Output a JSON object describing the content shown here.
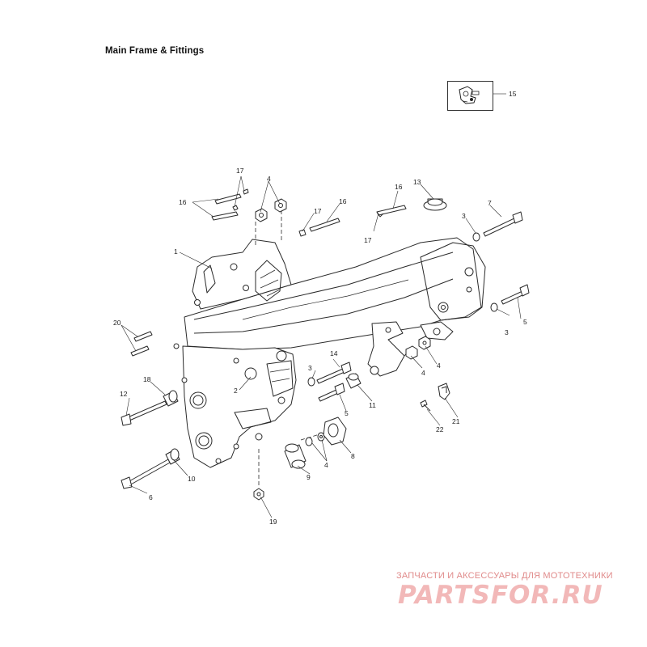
{
  "title": "Main Frame & Fittings",
  "inset_callout": "15",
  "callouts": {
    "c1": "1",
    "c2": "2",
    "c3a": "3",
    "c3b": "3",
    "c3c": "3",
    "c4a": "4",
    "c4b": "4",
    "c4c": "4",
    "c4d": "4",
    "c5a": "5",
    "c5b": "5",
    "c6": "6",
    "c7": "7",
    "c8": "8",
    "c9": "9",
    "c10": "10",
    "c11": "11",
    "c12": "12",
    "c13": "13",
    "c14": "14",
    "c16a": "16",
    "c16b": "16",
    "c16c": "16",
    "c17a": "17",
    "c17b": "17",
    "c17c": "17",
    "c18": "18",
    "c19": "19",
    "c20": "20",
    "c21": "21",
    "c22": "22"
  },
  "watermark": {
    "tagline": "ЗАПЧАСТИ И АКСЕССУАРЫ ДЛЯ МОТОТЕХНИКИ",
    "logo": "PARTSFOR.RU"
  },
  "colors": {
    "line": "#2a2a2a",
    "watermark_text": "#e08a8a",
    "watermark_logo": "#f2b8b8"
  }
}
